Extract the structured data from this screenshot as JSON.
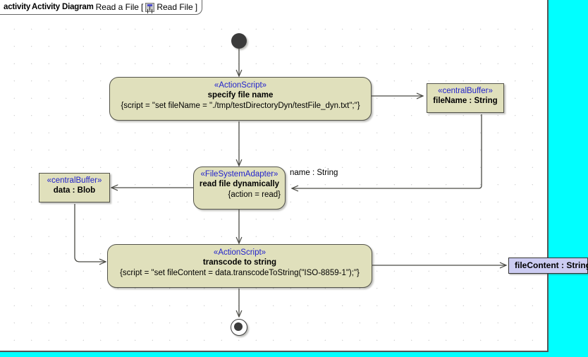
{
  "diagram": {
    "title_keyword": "activity",
    "title_type": "Activity Diagram",
    "title_name": "Read a File",
    "title_bracket_open": "[",
    "title_icon": "activity-diagram-icon",
    "title_ref": "Read File",
    "title_bracket_close": "]",
    "canvas_background": "#ffffff",
    "page_background": "#00ffff",
    "node_fill": "#e0e0bc",
    "node_border": "#53534a",
    "stereotype_color": "#2222cc",
    "selected_fill": "#ccccf2"
  },
  "nodes": {
    "initial": {
      "name": "initial-node"
    },
    "final": {
      "name": "activity-final-node"
    },
    "specify_file_name": {
      "stereotype": "«ActionScript»",
      "name": "specify file name",
      "body": "{script = \"set fileName = \"./tmp/testDirectoryDyn/testFile_dyn.txt\";\"}"
    },
    "filename_buffer": {
      "stereotype": "«centralBuffer»",
      "name": "fileName : String"
    },
    "read_file": {
      "stereotype": "«FileSystemAdapter»",
      "name": "read file dynamically",
      "body": "{action = read}"
    },
    "data_buffer": {
      "stereotype": "«centralBuffer»",
      "name": "data : Blob"
    },
    "transcode": {
      "stereotype": "«ActionScript»",
      "name": "transcode to string",
      "body": "{script = \"set fileContent = data.transcodeToString(\"ISO-8859-1\");\"}"
    },
    "filecontent_pin": {
      "name": "fileContent : String"
    }
  },
  "edges": {
    "name_string_label": "name : String"
  }
}
